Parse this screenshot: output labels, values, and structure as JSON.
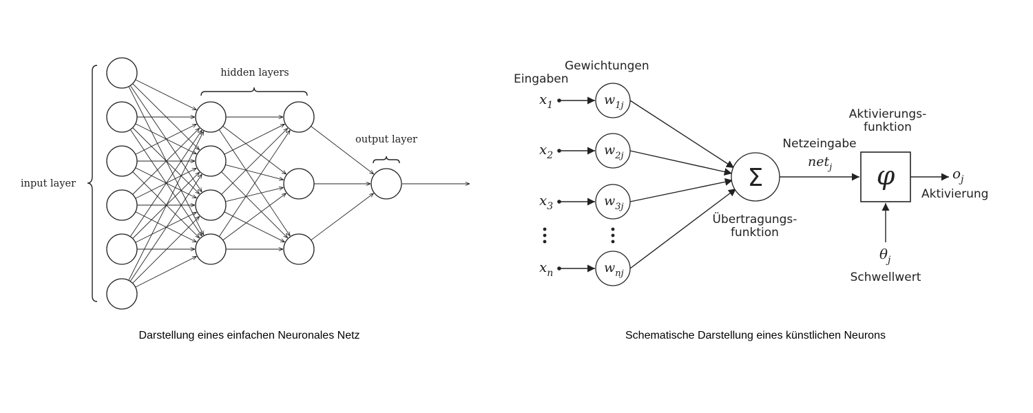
{
  "network": {
    "input_label": "input layer",
    "hidden_label": "hidden layers",
    "output_label": "output layer",
    "layer_sizes": [
      6,
      4,
      3,
      1
    ],
    "caption": "Darstellung eines einfachen Neuronales Netz"
  },
  "neuron": {
    "inputs_title": "Eingaben",
    "weights_title": "Gewichtungen",
    "inputs": [
      {
        "x": "x",
        "sub": "1",
        "w": "w",
        "wsub": "1j"
      },
      {
        "x": "x",
        "sub": "2",
        "w": "w",
        "wsub": "2j"
      },
      {
        "x": "x",
        "sub": "3",
        "w": "w",
        "wsub": "3j"
      },
      {
        "x": "x",
        "sub": "n",
        "w": "w",
        "wsub": "nj"
      }
    ],
    "sum_symbol": "Σ",
    "transfer_label_1": "Übertragungs-",
    "transfer_label_2": "funktion",
    "net_input_label": "Netzeingabe",
    "net_symbol": "net",
    "net_sub": "j",
    "activation_fn_label_1": "Aktivierungs-",
    "activation_fn_label_2": "funktion",
    "phi_symbol": "φ",
    "output_symbol": "o",
    "output_sub": "j",
    "activation_label": "Aktivierung",
    "theta_symbol": "θ",
    "theta_sub": "j",
    "threshold_label": "Schwellwert",
    "caption": "Schematische Darstellung eines künstlichen Neurons"
  },
  "colors": {
    "ink": "#222222",
    "background": "#ffffff"
  }
}
